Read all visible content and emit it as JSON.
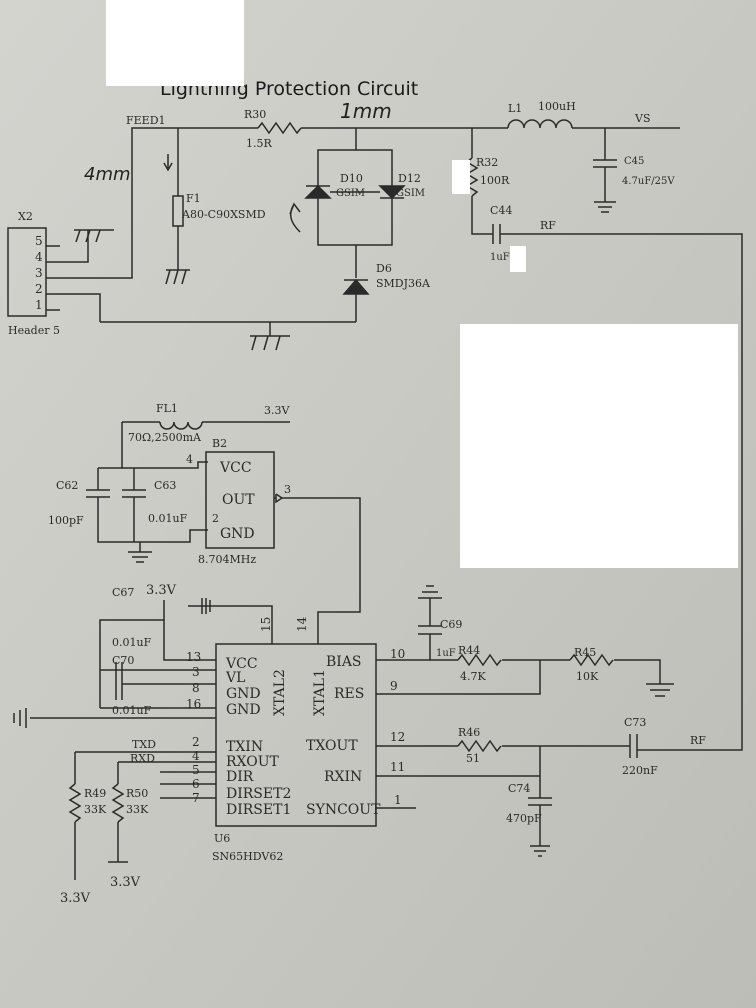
{
  "title": "Lightning Protection Circuit",
  "handwriting": {
    "trace_1": "1mm",
    "trace_2": "4mm"
  },
  "nets": {
    "feed": "FEED1",
    "vs": "VS",
    "rf": "RF",
    "v33_a": "3.3V",
    "v33_b": "3.3V",
    "v33_c": "3.3V",
    "v33_d": "3.3V",
    "txd": "TXD",
    "rxd": "RXD"
  },
  "components": {
    "r30": {
      "ref": "R30",
      "value": "1.5R"
    },
    "l1": {
      "ref": "L1",
      "value": "100uH"
    },
    "c45": {
      "ref": "C45",
      "value": "4.7uF/25V"
    },
    "r32": {
      "ref": "R32",
      "value": "100R"
    },
    "c44": {
      "ref": "C44",
      "value": "1uF"
    },
    "f1": {
      "ref": "F1",
      "value": "A80-C90XSMD"
    },
    "d10": {
      "ref": "D10",
      "value": "GSIM"
    },
    "d12": {
      "ref": "D12",
      "value": "GSIM"
    },
    "d6": {
      "ref": "D6",
      "value": "SMDJ36A"
    },
    "x2": {
      "ref": "X2",
      "value": "Header 5",
      "pins": [
        "5",
        "4",
        "3",
        "2",
        "1"
      ]
    },
    "fl1": {
      "ref": "FL1",
      "value": "70Ω,2500mA"
    },
    "b2": {
      "ref": "B2",
      "value": "8.704MHz",
      "pin_vcc": "VCC",
      "pin_out": "OUT",
      "pin_gnd": "GND",
      "n4": "4",
      "n3": "3",
      "n2": "2"
    },
    "c62": {
      "ref": "C62",
      "value": "100pF"
    },
    "c63": {
      "ref": "C63",
      "value": "0.01uF"
    },
    "c67": {
      "ref": "C67"
    },
    "c70": {
      "ref": "C70",
      "value_a": "0.01uF",
      "value_b": "0.01uF"
    },
    "c69": {
      "ref": "C69",
      "value": "1uF"
    },
    "r44": {
      "ref": "R44",
      "value": "4.7K"
    },
    "r45": {
      "ref": "R45",
      "value": "10K"
    },
    "c73": {
      "ref": "C73",
      "value": "220nF"
    },
    "r46": {
      "ref": "R46",
      "value": "51"
    },
    "c74": {
      "ref": "C74",
      "value": "470pF"
    },
    "r49": {
      "ref": "R49",
      "value": "33K"
    },
    "r50": {
      "ref": "R50",
      "value": "33K"
    },
    "u6": {
      "ref": "U6",
      "value": "SN65HDV62",
      "left_pins": [
        {
          "num": "13",
          "name": "VCC"
        },
        {
          "num": "3",
          "name": "VL"
        },
        {
          "num": "8",
          "name": "GND"
        },
        {
          "num": "16",
          "name": "GND"
        },
        {
          "num": "2",
          "name": "TXIN"
        },
        {
          "num": "4",
          "name": "RXOUT"
        },
        {
          "num": "5",
          "name": "DIR"
        },
        {
          "num": "6",
          "name": "DIRSET2"
        },
        {
          "num": "7",
          "name": "DIRSET1"
        }
      ],
      "top_pins": [
        {
          "num": "15",
          "name": "XTAL2"
        },
        {
          "num": "14",
          "name": "XTAL1"
        }
      ],
      "right_pins": [
        {
          "num": "10",
          "name": "BIAS"
        },
        {
          "num": "9",
          "name": "RES"
        },
        {
          "num": "12",
          "name": "TXOUT"
        },
        {
          "num": "11",
          "name": "RXIN"
        },
        {
          "num": "1",
          "name": "SYNCOUT"
        }
      ]
    }
  },
  "colors": {
    "paper": "#c9c9c4",
    "ink": "#2a2a2a",
    "redaction": "#ffffff"
  }
}
